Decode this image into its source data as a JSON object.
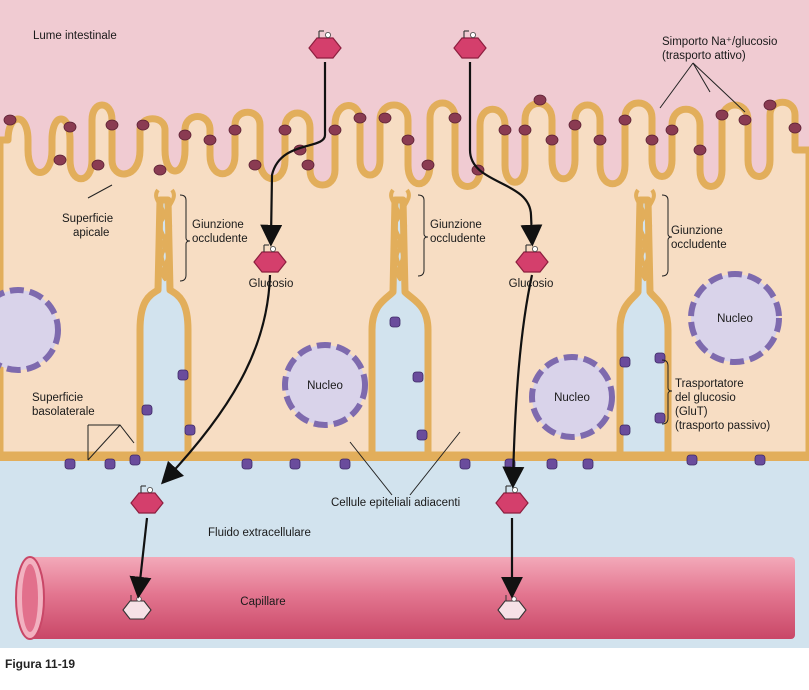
{
  "colors": {
    "lumen": "#f0cbd2",
    "cell": "#f7ddc3",
    "extracellular": "#d2e3ee",
    "membrane": "#e8b863",
    "membrane_fill": "#f9e6b1",
    "symporter": "#8a3b52",
    "glut": "#6a4c9c",
    "glucose": "#d43f6c",
    "capillary": "#e6768f",
    "nucleus": "#7e6aae"
  },
  "labels": {
    "lumen": "Lume intestinale",
    "symporter_line1": "Simporto Na⁺/glucosio",
    "symporter_line2": "(trasporto attivo)",
    "apical_line1": "Superficie",
    "apical_line2": "apicale",
    "tight_junction_line1": "Giunzione",
    "tight_junction_line2": "occludente",
    "glucose": "Glucosio",
    "nucleus": "Nucleo",
    "basolateral_line1": "Superficie",
    "basolateral_line2": "basolaterale",
    "glut_line1": "Trasportatore",
    "glut_line2": "del glucosio",
    "glut_line3": "(GluT)",
    "glut_line4": "(trasporto passivo)",
    "adjacent_cells": "Cellule epiteliali adiacenti",
    "extracellular_fluid": "Fluido extracellulare",
    "capillary": "Capillare"
  },
  "caption": "Figura 11-19",
  "icons": [
    "glucose-hexagon-icon",
    "symporter-protein-icon",
    "glut-transporter-icon",
    "nucleus-icon"
  ]
}
